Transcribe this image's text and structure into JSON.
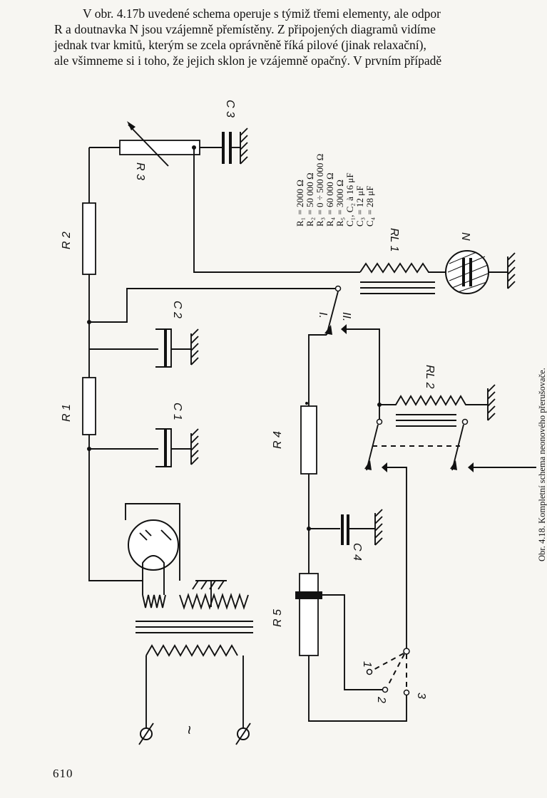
{
  "paragraph": {
    "lines": [
      "V obr. 4.17b uvedené schema operuje s týmiž třemi elementy, ale odpor",
      "R a doutnavka N jsou vzájemně přemístěny. Z připojených diagramů vidíme",
      "jednak tvar kmitů, kterým se zcela oprávněně říká pilové (jinak relaxační),",
      "ale všimneme si i toho, že jejich sklon je vzájemně opačný. V prvním případě"
    ]
  },
  "labels": {
    "r1": "R 1",
    "r2": "R 2",
    "r3": "R 3",
    "r4": "R 4",
    "r5": "R 5",
    "c1": "C 1",
    "c2": "C 2",
    "c3": "C 3",
    "c4": "C 4",
    "rl1": "RL 1",
    "rl2": "RL 2",
    "n": "N",
    "sw_i": "I.",
    "sw_ii": "II.",
    "pos1": "1",
    "pos2": "2",
    "pos3": "3",
    "ac": "~"
  },
  "values_table": [
    "R₁ = 2000 Ω",
    "R₂ = 50 000 Ω",
    "R₃ = 0 ÷ 500 000 Ω",
    "R₄ = 60 000 Ω",
    "R₅ = 3000 Ω",
    "C₁, C₂ à 16 μF",
    "C₃ = 12 μF",
    "C₄ = 28 μF"
  ],
  "caption": "Obr. 4.18. Kompletní schema neonového přerušovače.",
  "page_number": "610"
}
